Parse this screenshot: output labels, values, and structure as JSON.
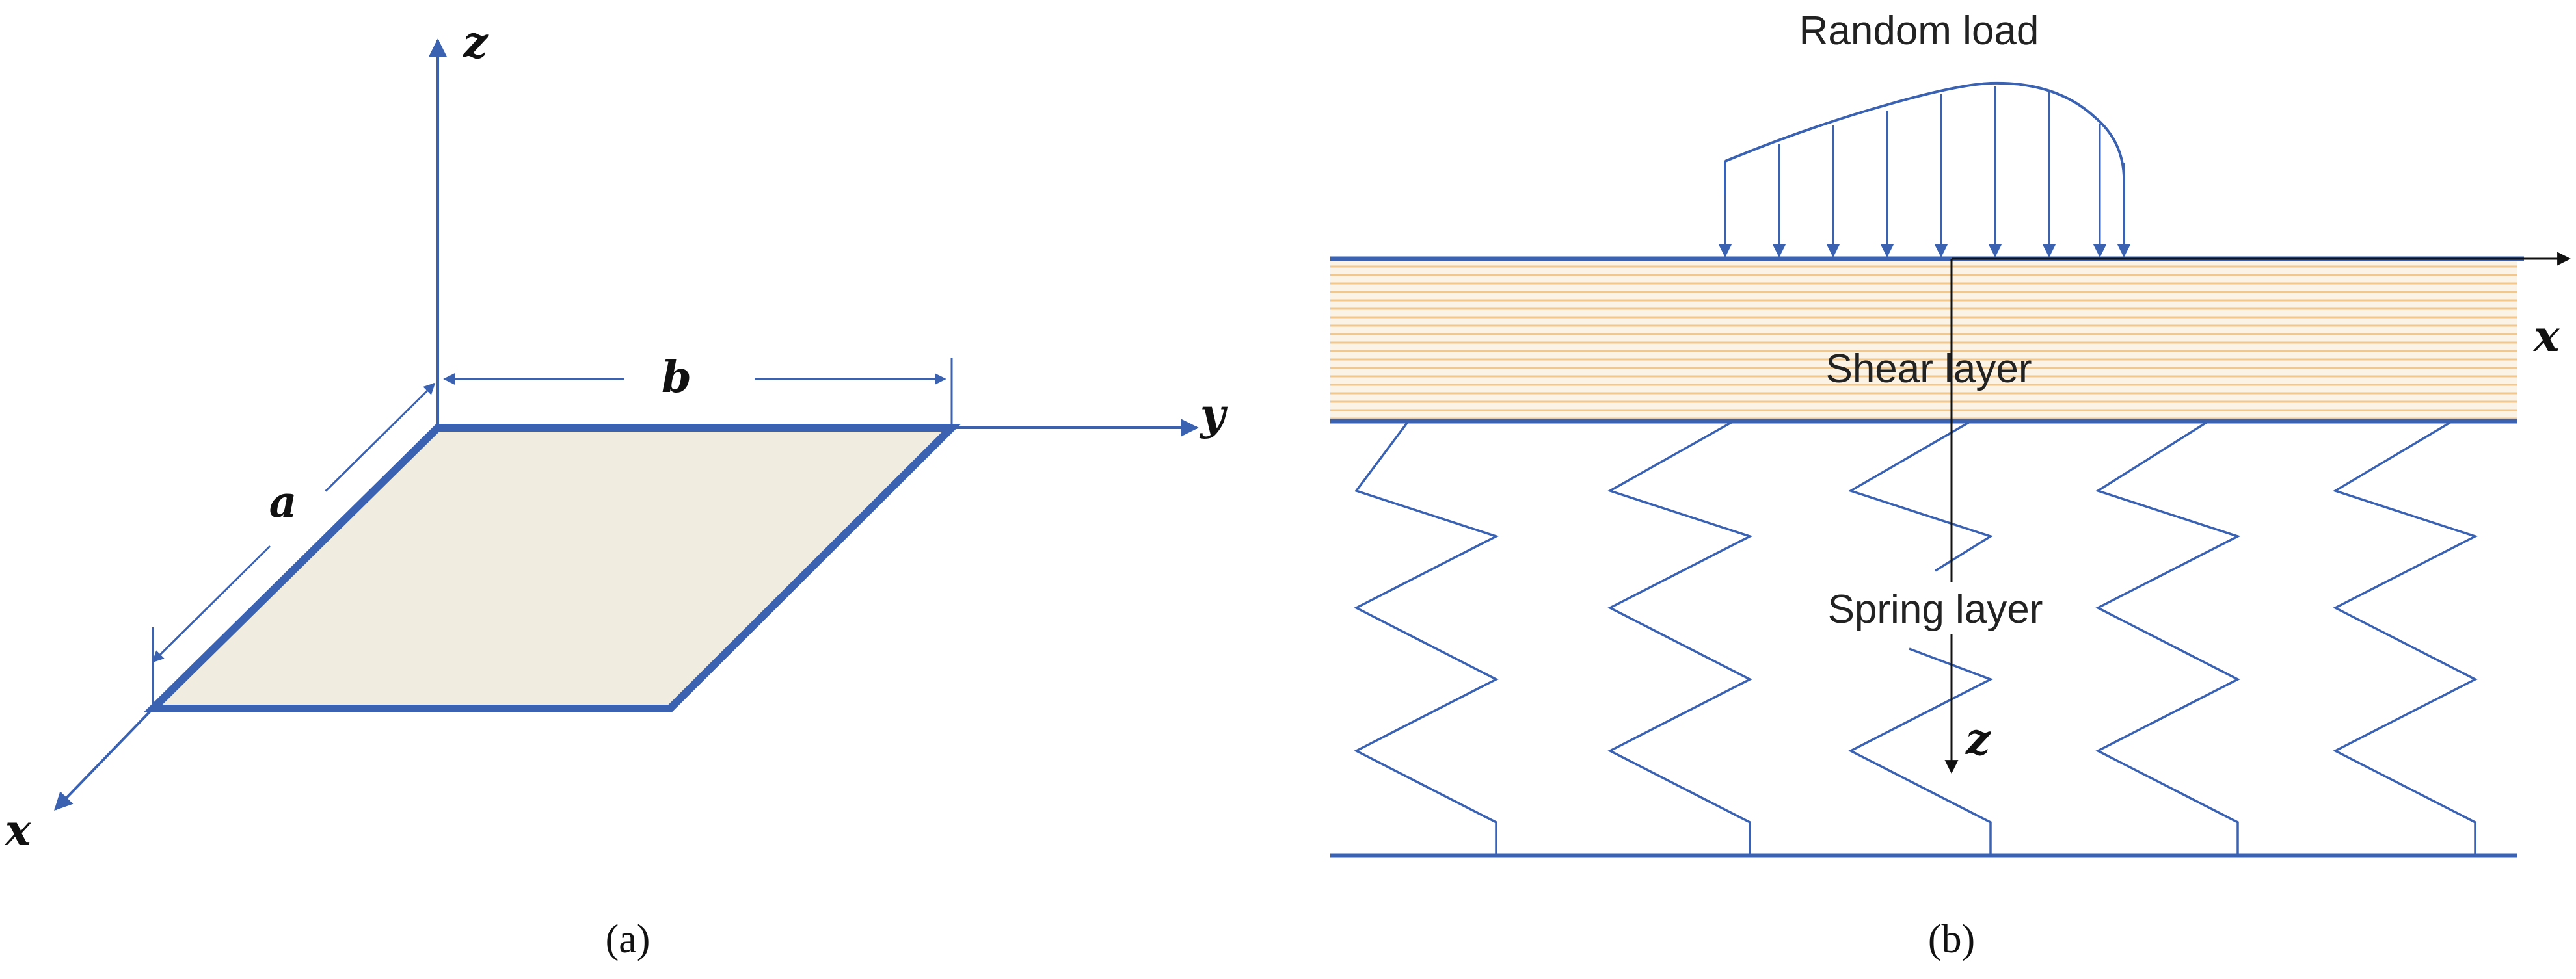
{
  "panel_a": {
    "axis_z": "z",
    "axis_y": "y",
    "axis_x": "x",
    "dim_a": "a",
    "dim_b": "b",
    "caption": "(a)"
  },
  "panel_b": {
    "load_label": "Random load",
    "shear_label": "Shear layer",
    "spring_label": "Spring layer",
    "axis_x": "x",
    "axis_z": "z",
    "caption": "(b)"
  },
  "colors": {
    "line_blue": "#3a62b0",
    "plate_fill": "#f0ede0",
    "shear_stripe": "#f2c78e",
    "axis_black": "#111111"
  }
}
